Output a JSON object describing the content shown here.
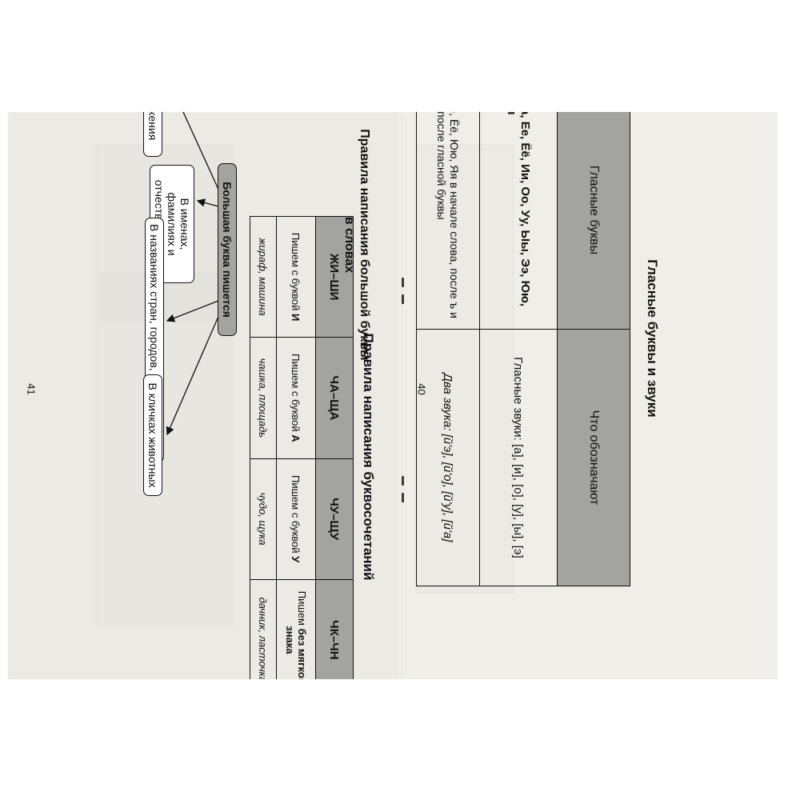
{
  "right_page": {
    "title": "Гласные буквы и звуки",
    "table": {
      "col1_header": "Гласные буквы",
      "col2_header": "Что обозначают",
      "row1_letters": "Аа, Ее, Ёё, Ии, Оо, Уу, Ыы, Ээ, Юю, Яя",
      "row1_meaning": "Гласные звуки: [а], [и], [о], [у], [ы], [э]",
      "row2_letters": "Ее, Ёё, Юю, Яя в начале слова, после ъ и ь, после гласной буквы",
      "row2_meaning": "Два звука: [й'э], [й'о], [й'у], [й'а]"
    },
    "page_number": "40"
  },
  "left_page": {
    "combo_title": "Правила написания буквосочетаний",
    "combo_table": {
      "headers": [
        "ЖИ–ШИ",
        "ЧА–ЩА",
        "ЧУ–ЩУ",
        "ЧК–ЧН"
      ],
      "rules": [
        {
          "pre": "Пишем с буквой ",
          "em": "И",
          "post": ""
        },
        {
          "pre": "Пишем с буквой ",
          "em": "А",
          "post": ""
        },
        {
          "pre": "Пишем с буквой ",
          "em": "У",
          "post": ""
        },
        {
          "pre": "Пишем ",
          "em": "без мягкого знака",
          "post": ""
        }
      ],
      "examples": [
        "жираф, машина",
        "чашка, площадь",
        "чудо, щука",
        "дачник, ласточка"
      ]
    },
    "capital_title": "Правила написания большой буквы в словах",
    "diagram": {
      "center": "Большая буква пишется",
      "node_sentence": "В начале предложения",
      "node_names": "В именах, фамилиях и отчествах людей",
      "node_places": "В названиях стран, городов, сёл, рек, улиц и т.д.",
      "node_animals": "В кличках животных"
    },
    "page_number": "41"
  }
}
